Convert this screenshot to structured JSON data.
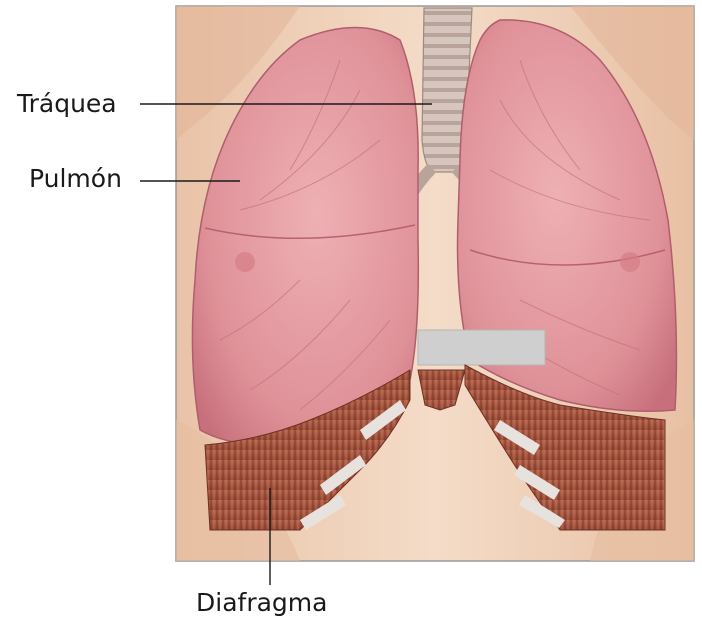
{
  "labels": {
    "trachea": "Tráquea",
    "lung": "Pulmón",
    "diaphragm": "Diafragma"
  },
  "colors": {
    "background": "#ffffff",
    "frame_border": "#9a9a9a",
    "skin": "#efd0b8",
    "lung": "#e49a9f",
    "lung_dark": "#c7707c",
    "trachea": "#cdbab1",
    "diaphragm_muscle": "#a65740",
    "tendon": "#e8e2de",
    "leader_line": "#1a1a1a"
  }
}
